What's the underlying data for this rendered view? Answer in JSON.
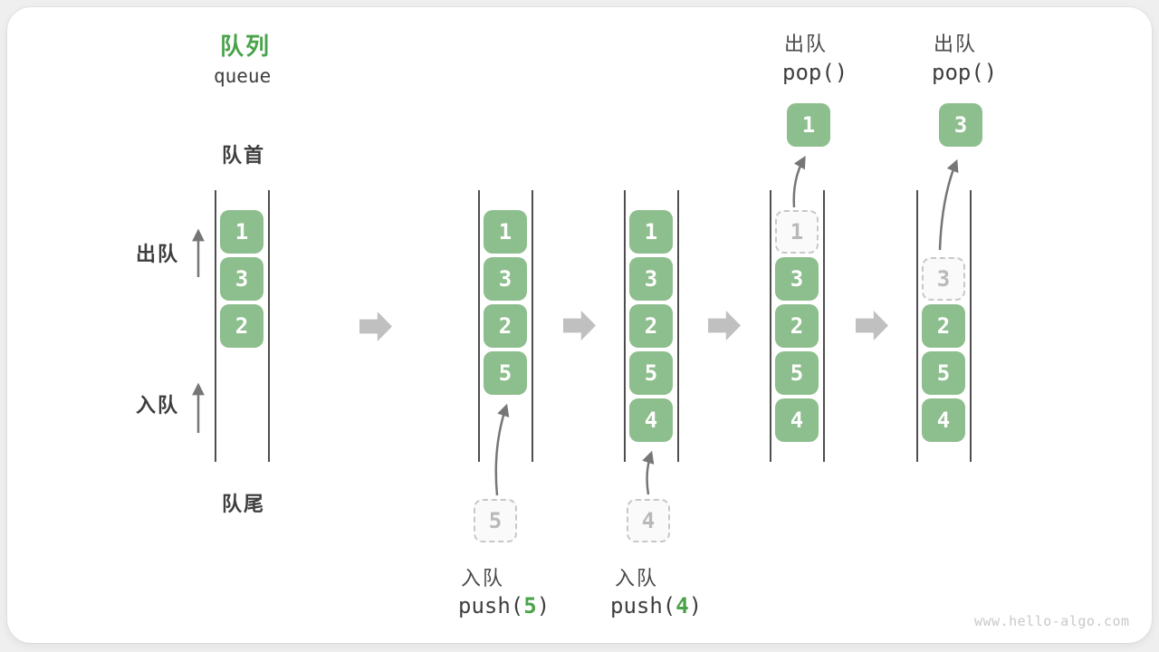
{
  "page": {
    "watermark": "www.hello-algo.com"
  },
  "title": {
    "zh": "队列",
    "en": "queue"
  },
  "side_labels": {
    "front": "队首",
    "rear": "队尾",
    "dequeue": "出队",
    "enqueue": "入队"
  },
  "colors": {
    "accent_green": "#4aa34a",
    "cell_green": "#8dbe8d",
    "ghost_border": "#c8c8c8",
    "ghost_text": "#b9b9b9",
    "dark_text": "#3e3e3e",
    "column_line": "#4e4e4e",
    "block_arrow_gray": "#c0c0c0",
    "thin_arrow_gray": "#767676"
  },
  "operations": {
    "push5": {
      "label": "入队",
      "fn": "push(",
      "arg": "5",
      "close": ")"
    },
    "push4": {
      "label": "入队",
      "fn": "push(",
      "arg": "4",
      "close": ")"
    },
    "pop1": {
      "label": "出队",
      "fn": "pop()",
      "result": "1"
    },
    "pop2": {
      "label": "出队",
      "fn": "pop()",
      "result": "3"
    }
  },
  "staged": [
    {
      "value": "5"
    },
    {
      "value": "4"
    }
  ],
  "queues": [
    {
      "cells": [
        {
          "value": "1",
          "state": "solid"
        },
        {
          "value": "3",
          "state": "solid"
        },
        {
          "value": "2",
          "state": "solid"
        }
      ]
    },
    {
      "cells": [
        {
          "value": "1",
          "state": "solid"
        },
        {
          "value": "3",
          "state": "solid"
        },
        {
          "value": "2",
          "state": "solid"
        },
        {
          "value": "5",
          "state": "solid"
        }
      ]
    },
    {
      "cells": [
        {
          "value": "1",
          "state": "solid"
        },
        {
          "value": "3",
          "state": "solid"
        },
        {
          "value": "2",
          "state": "solid"
        },
        {
          "value": "5",
          "state": "solid"
        },
        {
          "value": "4",
          "state": "solid"
        }
      ]
    },
    {
      "cells": [
        {
          "value": "1",
          "state": "ghost"
        },
        {
          "value": "3",
          "state": "solid"
        },
        {
          "value": "2",
          "state": "solid"
        },
        {
          "value": "5",
          "state": "solid"
        },
        {
          "value": "4",
          "state": "solid"
        }
      ]
    },
    {
      "cells": [
        {
          "value": "3",
          "state": "ghost"
        },
        {
          "value": "2",
          "state": "solid"
        },
        {
          "value": "5",
          "state": "solid"
        },
        {
          "value": "4",
          "state": "solid"
        }
      ]
    }
  ]
}
